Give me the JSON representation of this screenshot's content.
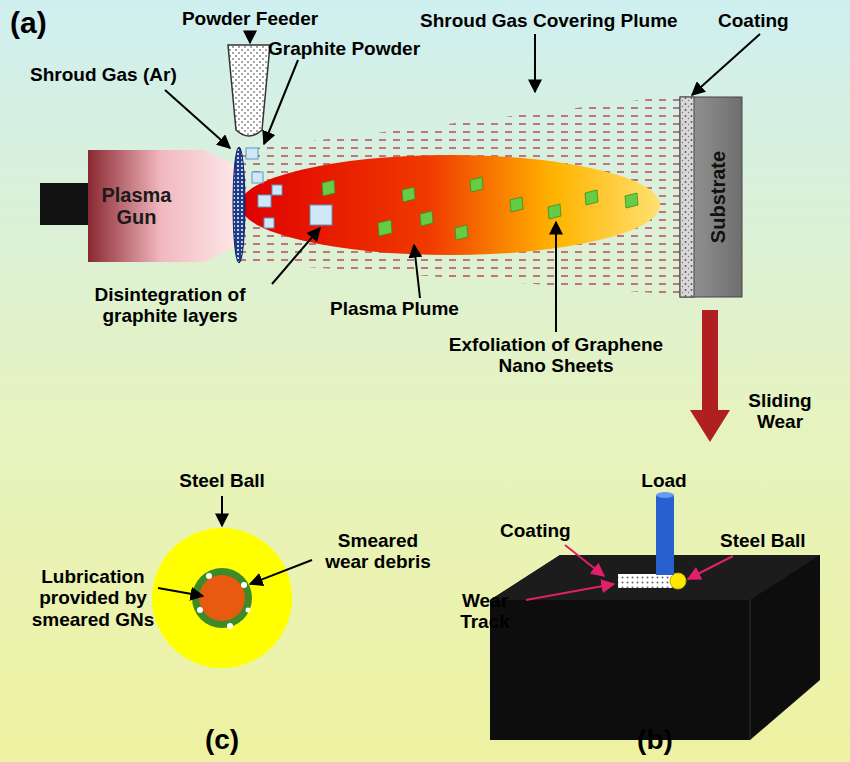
{
  "diagram": {
    "nodes": [
      {
        "text": [
          "Plasma Gun"
        ]
      },
      {
        "text": [
          "Substrate"
        ]
      }
    ],
    "labels": [
      "(a)",
      "Powder Feeder",
      "Shroud Gas (Ar)",
      "Graphite Powder",
      "Shroud Gas Covering Plume",
      "Coating",
      "Disintegration of graphite layers",
      "Plasma Plume",
      "Exfoliation of Graphene Nano Sheets",
      "Sliding Wear",
      "Steel Ball",
      "Smeared wear debris",
      "Lubrication provided by smeared GNs",
      "Load",
      "Coating",
      "Steel Ball",
      "Wear Track",
      "(c)",
      "(b)"
    ]
  }
}
